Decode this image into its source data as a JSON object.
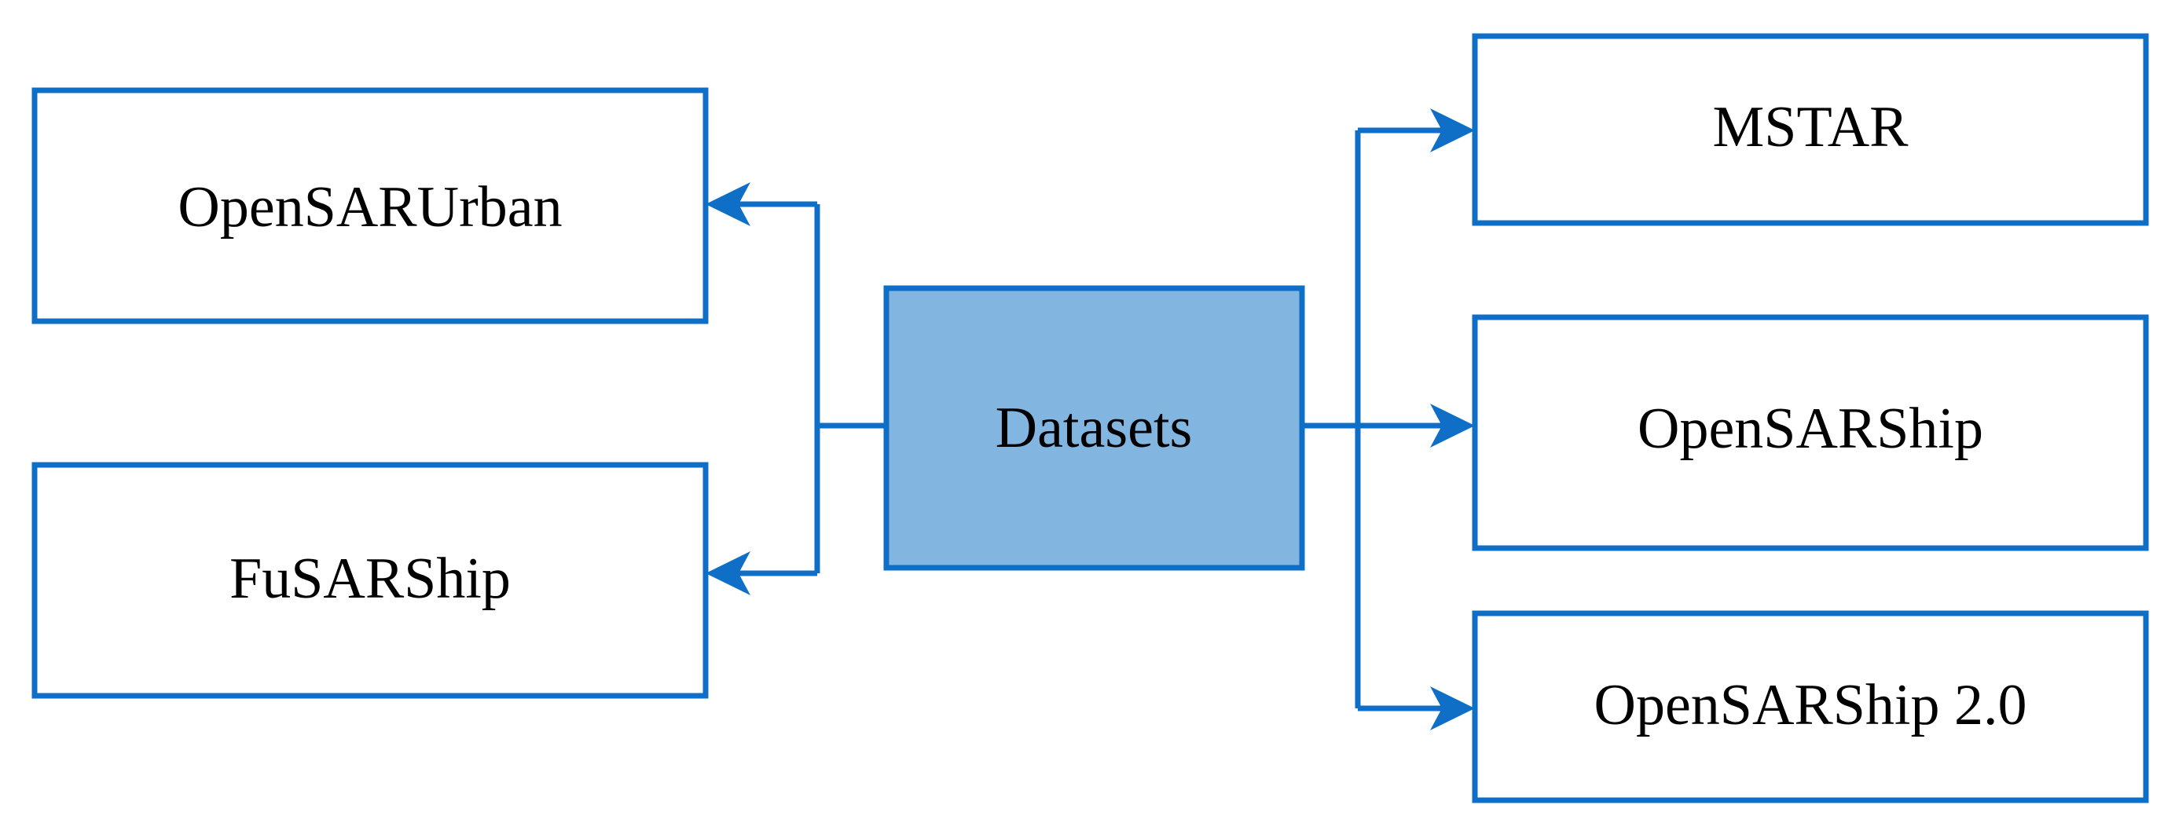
{
  "diagram": {
    "center": {
      "label": "Datasets"
    },
    "left": [
      {
        "label": "OpenSARUrban"
      },
      {
        "label": "FuSARShip"
      }
    ],
    "right": [
      {
        "label": "MSTAR"
      },
      {
        "label": "OpenSARShip"
      },
      {
        "label": "OpenSARShip 2.0"
      }
    ]
  },
  "colors": {
    "stroke": "#0f6fc6",
    "center_fill": "#82b6e1",
    "box_fill": "#ffffff",
    "text": "#000000"
  }
}
